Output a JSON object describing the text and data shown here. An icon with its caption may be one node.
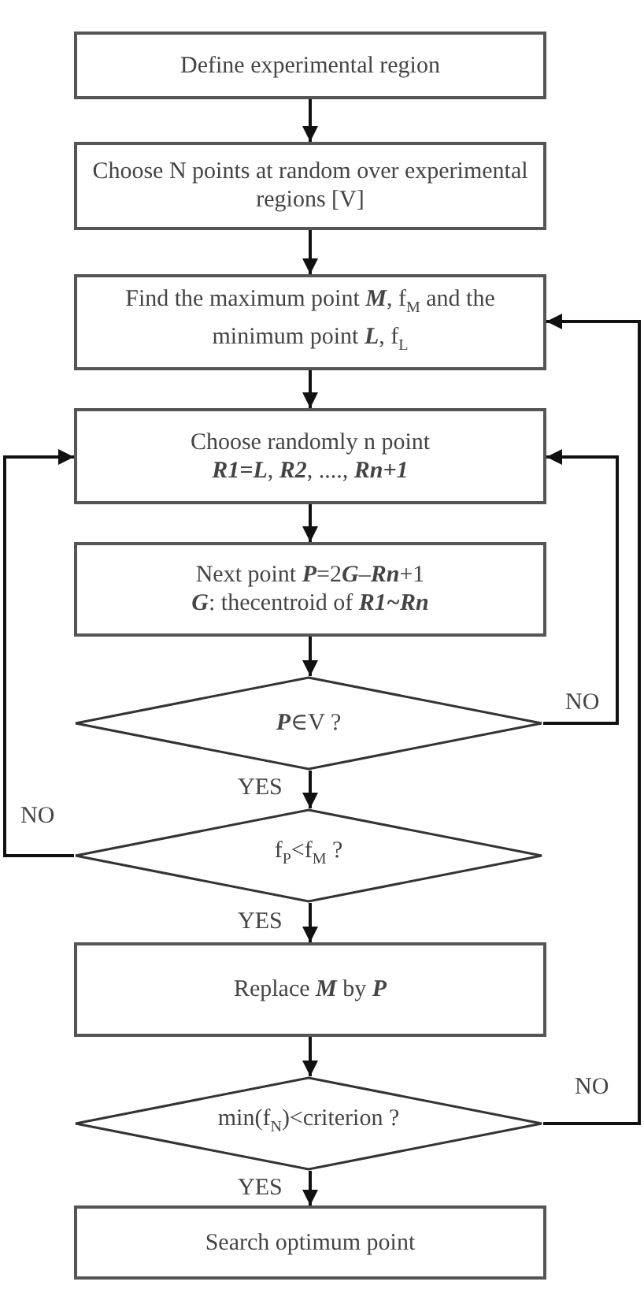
{
  "diagram": {
    "nodes": [
      {
        "text": [
          "Define experimental region"
        ]
      },
      {
        "text": [
          "Choose N points at random over experimental regions [V]"
        ]
      },
      {
        "text": [
          "Find the maximum point **M**, f$_{M}$ and the minimum point **L**, f$_{L}$"
        ]
      },
      {
        "text": [
          "Choose randomly n point",
          "**R1=L**, **R2**, ...., **Rn+1**"
        ]
      },
      {
        "text": [
          "Next point **P**=2**G**–**Rn**+1",
          "**G**: thecentroid of **R1~Rn**"
        ]
      },
      {
        "text": [
          "**P**∈V ?"
        ]
      },
      {
        "text": [
          "f$_{P}$<f$_{M}$ ?"
        ]
      },
      {
        "text": [
          "Replace **M** by **P**"
        ]
      },
      {
        "text": [
          "min(f$_{N}$)<criterion ?"
        ]
      },
      {
        "text": [
          "Search optimum point"
        ]
      }
    ],
    "edges": [
      {
        "from": 0,
        "to": 1,
        "arrow": "to"
      },
      {
        "from": 1,
        "to": 2,
        "arrow": "to"
      },
      {
        "from": 2,
        "to": 3,
        "arrow": "to"
      },
      {
        "from": 3,
        "to": 4,
        "arrow": "to"
      },
      {
        "from": 4,
        "to": 5,
        "arrow": "to"
      },
      {
        "from": 5,
        "to": 6,
        "arrow": "to",
        "label": "YES"
      },
      {
        "from": 6,
        "to": 7,
        "arrow": "to",
        "label": "YES"
      },
      {
        "from": 7,
        "to": 8,
        "arrow": "to"
      },
      {
        "from": 8,
        "to": 9,
        "arrow": "to",
        "label": "YES"
      },
      {
        "from": 5,
        "to": 3,
        "arrow": "to",
        "label": "NO"
      },
      {
        "from": 6,
        "to": 3,
        "arrow": "to",
        "label": "NO"
      },
      {
        "from": 8,
        "to": 2,
        "arrow": "to",
        "label": "NO"
      }
    ]
  }
}
